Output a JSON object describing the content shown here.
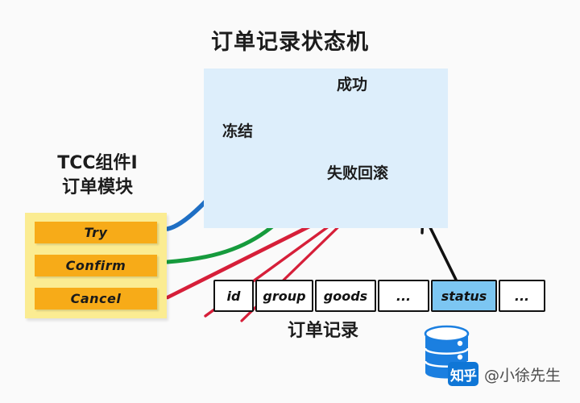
{
  "background_color": "#fafafa",
  "title": "订单记录状态机",
  "state_panel": {
    "background_color": "#ddeefb",
    "states": [
      {
        "id": "frozen",
        "label": "冻结",
        "hatch_color": "#2f7fd0",
        "outline_color": "#111111"
      },
      {
        "id": "success",
        "label": "成功",
        "hatch_color": "#1f9b54",
        "outline_color": "#111111"
      },
      {
        "id": "failed",
        "label": "失败回滚",
        "hatch_color": "#d9213c",
        "outline_color": "#111111"
      }
    ],
    "marks": [
      {
        "id": "check-mark",
        "symbol": "✓",
        "color": "#3aa320"
      },
      {
        "id": "cross-mark",
        "symbol": "✗",
        "color": "#d8232f"
      }
    ]
  },
  "tcc": {
    "heading_line1": "TCC组件I",
    "heading_line2": "订单模块",
    "panel_color": "#fbec92",
    "button_color": "#f7ab18",
    "buttons": [
      {
        "id": "try",
        "label": "Try",
        "arrow_color": "#1f6fc4"
      },
      {
        "id": "confirm",
        "label": "Confirm",
        "arrow_color": "#169b3d"
      },
      {
        "id": "cancel",
        "label": "Cancel",
        "arrow_color": "#d61f39"
      }
    ]
  },
  "record_table": {
    "caption": "订单记录",
    "highlight_color": "#7cc6f2",
    "columns": [
      {
        "label": "id",
        "width": 50,
        "highlighted": false
      },
      {
        "label": "group",
        "width": 72,
        "highlighted": false
      },
      {
        "label": "goods",
        "width": 76,
        "highlighted": false
      },
      {
        "label": "...",
        "width": 64,
        "highlighted": false
      },
      {
        "label": "status",
        "width": 82,
        "highlighted": true
      },
      {
        "label": "...",
        "width": 58,
        "highlighted": false
      }
    ]
  },
  "database": {
    "icon": "database-cylinder-icon",
    "color": "#1b7fe0"
  },
  "watermark": {
    "logo_text": "知乎",
    "handle": "@小徐先生",
    "logo_color": "#0f76d6"
  },
  "edges": [
    {
      "from": "try",
      "to": "frozen",
      "color": "#1f6fc4",
      "style": "solid"
    },
    {
      "from": "confirm",
      "to": "success",
      "color": "#169b3d",
      "style": "solid"
    },
    {
      "from": "cancel",
      "to": "failed",
      "color": "#d61f39",
      "style": "solid"
    },
    {
      "from": "frozen",
      "to": "success",
      "color": "#169b3d",
      "style": "dashed"
    },
    {
      "from": "frozen",
      "to": "failed",
      "color": "#d61f39",
      "style": "dashed"
    },
    {
      "from": "status",
      "to": "failed",
      "color": "#111111",
      "style": "solid"
    }
  ]
}
